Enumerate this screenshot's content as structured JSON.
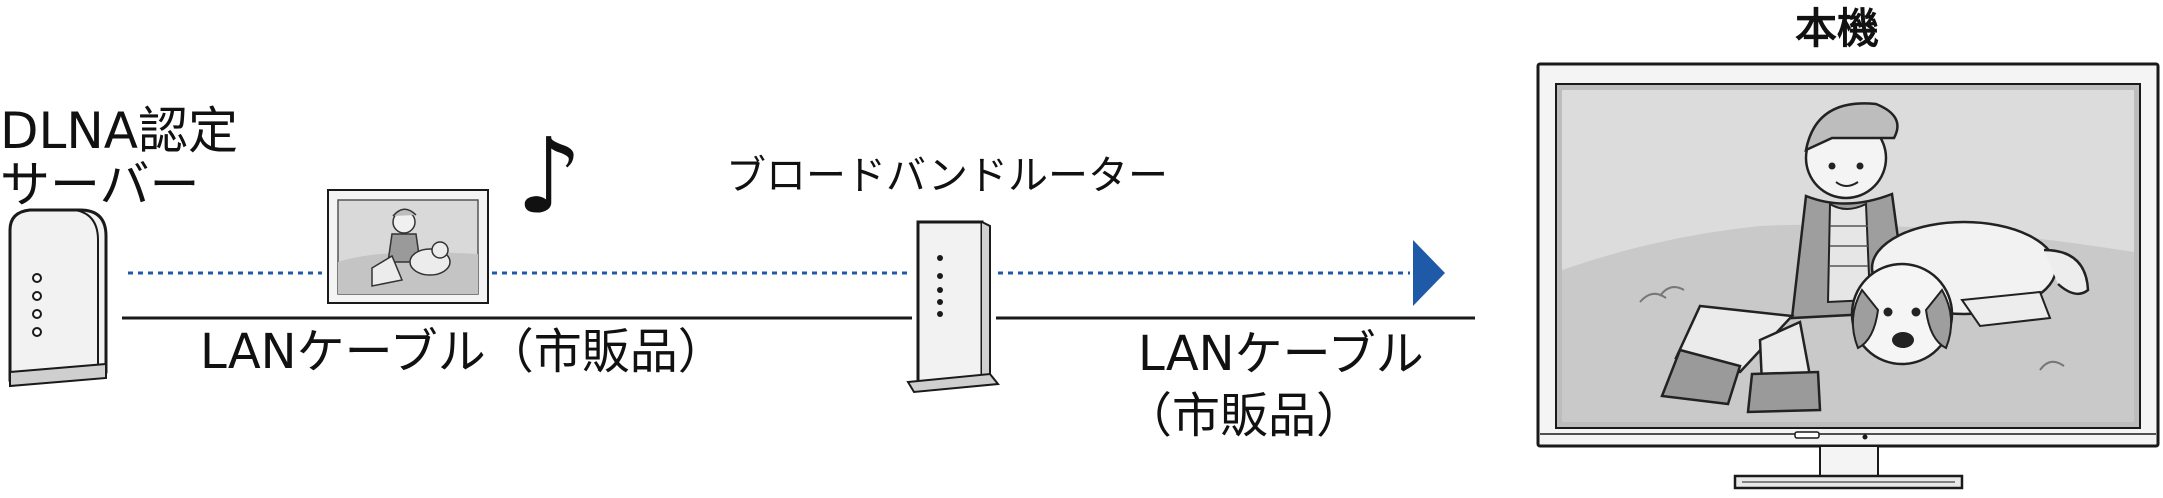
{
  "labels": {
    "tv": "本機",
    "server_line1": "DLNA認定",
    "server_line2": "サーバー",
    "router": "ブロードバンドルーター",
    "cable_left": "LANケーブル（市販品）",
    "cable_right_line1": "LANケーブル",
    "cable_right_line2": "（市販品）"
  },
  "icons": {
    "music": "♪"
  },
  "colors": {
    "line": "#1a1a1a",
    "dotted": "#1e5aa8",
    "arrow": "#1e5aa8",
    "device_fill": "#f2f2f2",
    "screen_fill": "#d9d9d9"
  }
}
